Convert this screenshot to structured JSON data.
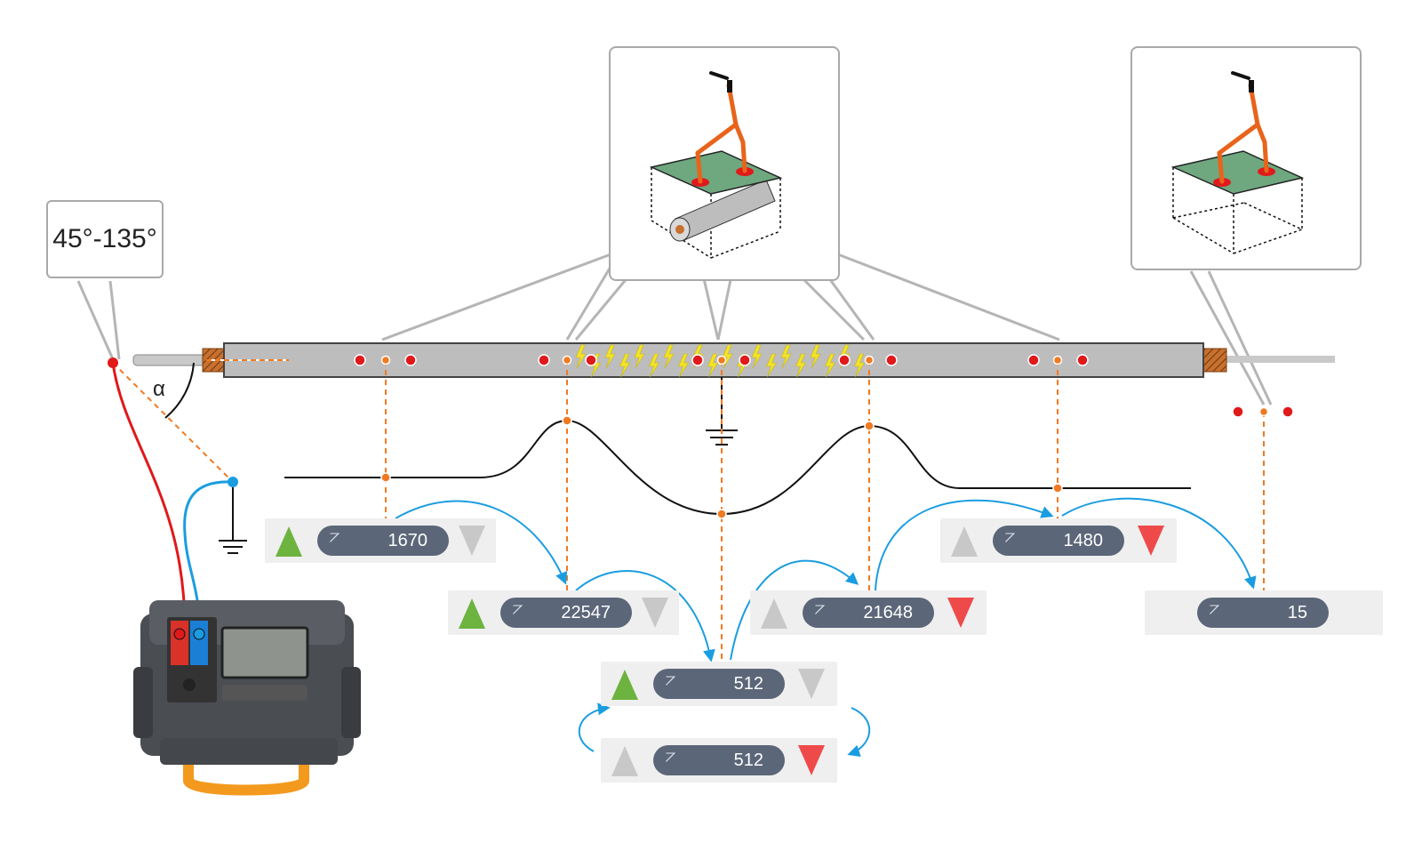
{
  "angle_label": "45°-135°",
  "alpha_label": "α",
  "readings": [
    {
      "id": "r1",
      "value": "1670",
      "up": "green",
      "down": "gray"
    },
    {
      "id": "r2",
      "value": "22547",
      "up": "green",
      "down": "gray"
    },
    {
      "id": "r3",
      "value": "512",
      "up": "green",
      "down": "gray"
    },
    {
      "id": "r4",
      "value": "512",
      "up": "gray",
      "down": "red"
    },
    {
      "id": "r5",
      "value": "21648",
      "up": "gray",
      "down": "red"
    },
    {
      "id": "r6",
      "value": "1480",
      "up": "gray",
      "down": "red"
    },
    {
      "id": "r7",
      "value": "15",
      "up": "none",
      "down": "none"
    }
  ],
  "colors": {
    "cable": "#bdbdbd",
    "probe_green": "#6fa77f",
    "frame_orange": "#e8641b",
    "dot_red": "#e0191b",
    "dot_orange": "#f07a22",
    "arrow_blue": "#1a9de0",
    "pill": "#5b6678",
    "panel": "#efefef",
    "spark": "#f2e22a"
  },
  "icons": [
    "ground-symbol-icon",
    "fault-spark-icon",
    "a-frame-probe-icon",
    "meter-device-icon",
    "probe-symbol-icon"
  ]
}
